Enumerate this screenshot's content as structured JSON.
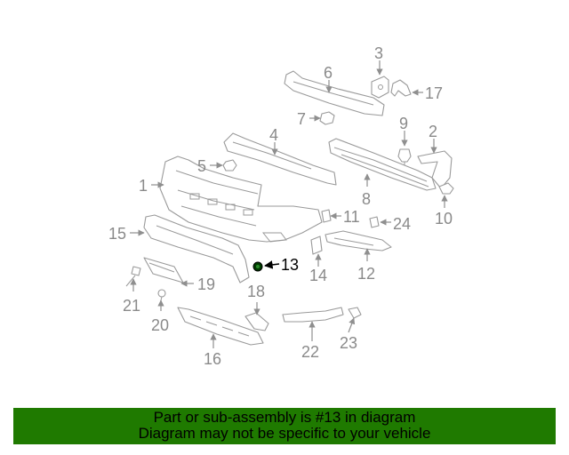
{
  "callouts": {
    "c1": "1",
    "c2": "2",
    "c3": "3",
    "c4": "4",
    "c5": "5",
    "c6": "6",
    "c7": "7",
    "c8": "8",
    "c9": "9",
    "c10": "10",
    "c11": "11",
    "c12": "12",
    "c13": "13",
    "c14": "14",
    "c15": "15",
    "c16": "16",
    "c17": "17",
    "c18": "18",
    "c19": "19",
    "c20": "20",
    "c21": "21",
    "c22": "22",
    "c23": "23",
    "c24": "24"
  },
  "highlighted_part": "13",
  "banner": {
    "line1": "Part or sub-assembly is #13 in diagram",
    "line2": "Diagram may not be specific to your vehicle"
  },
  "colors": {
    "banner_bg": "#1f7a00",
    "highlight": "#000000",
    "line_art": "#9a9a9a"
  }
}
